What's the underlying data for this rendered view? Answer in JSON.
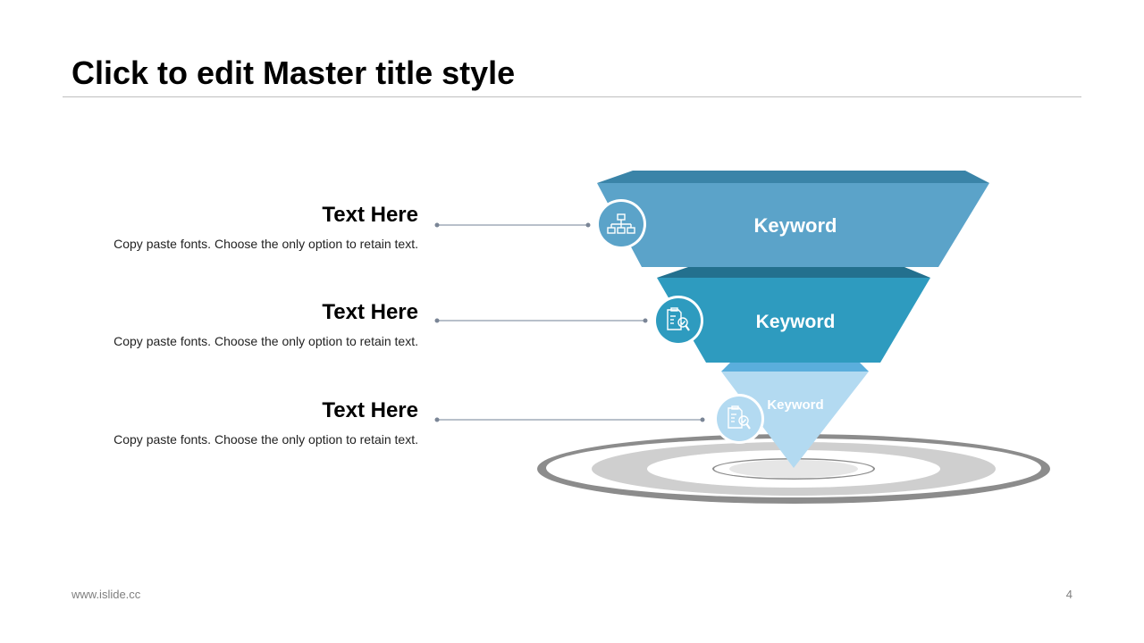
{
  "slide": {
    "title": "Click to edit Master title style",
    "footer_url": "www.islide.cc",
    "page_number": "4"
  },
  "items": [
    {
      "heading": "Text Here",
      "body": "Copy paste fonts. Choose the only option to retain text."
    },
    {
      "heading": "Text Here",
      "body": "Copy paste fonts. Choose the only option to retain text."
    },
    {
      "heading": "Text Here",
      "body": "Copy paste fonts. Choose the only option to retain text."
    }
  ],
  "funnel": {
    "levels": [
      {
        "keyword": "Keyword",
        "icon": "hierarchy-icon",
        "color": "#5ba3c9",
        "top_color": "#3a84a8"
      },
      {
        "keyword": "Keyword",
        "icon": "document-search-icon",
        "color": "#2e9bbf",
        "top_color": "#23708e"
      },
      {
        "keyword": "Keyword",
        "icon": "document-search-icon",
        "color": "#b3daf1",
        "top_color": "#5aaedc"
      }
    ]
  }
}
